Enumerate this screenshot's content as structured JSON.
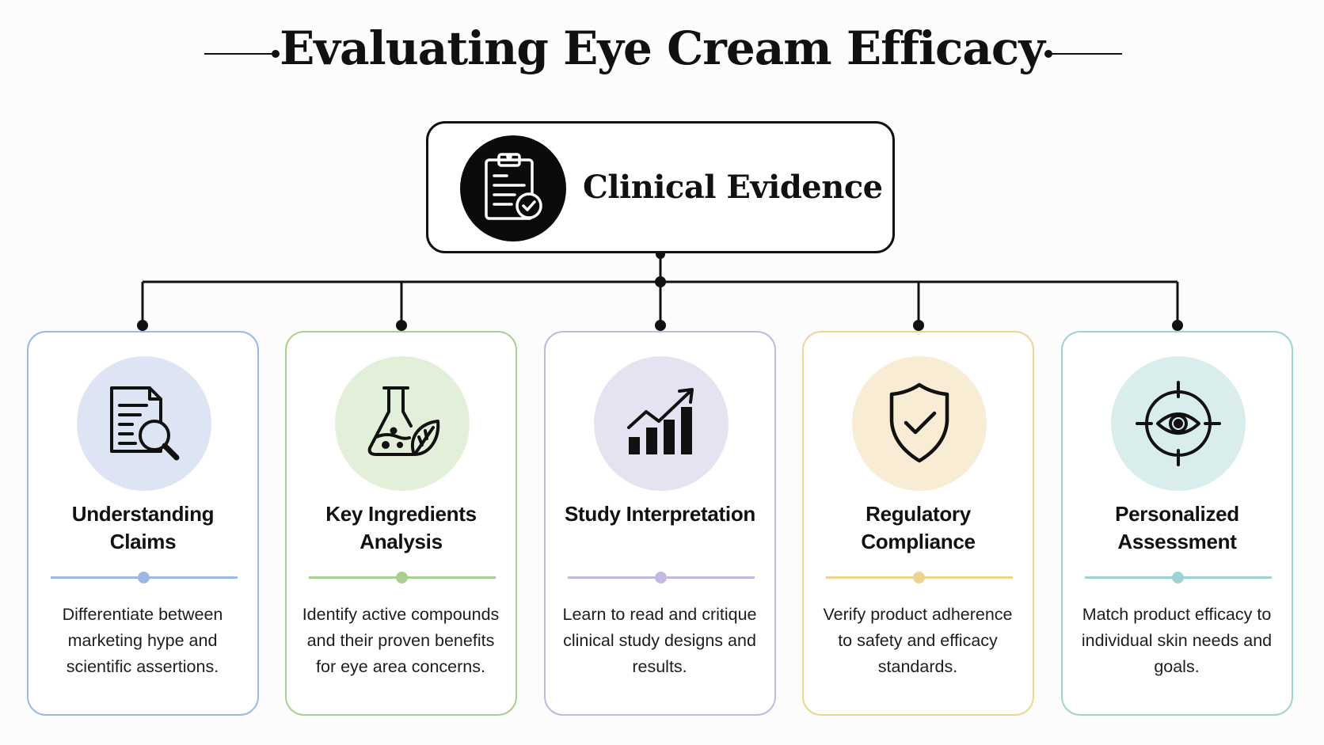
{
  "title": "Evaluating Eye Cream Efficacy",
  "root": {
    "label": "Clinical Evidence",
    "icon": "clipboard-check-icon"
  },
  "cards": [
    {
      "title": "Understanding Claims",
      "description": "Differentiate between marketing hype and scientific assertions.",
      "icon": "document-search-icon",
      "accent": "#9cb8e3",
      "tint": "#dde5f4"
    },
    {
      "title": "Key Ingredients Analysis",
      "description": "Identify active compounds and their proven benefits for eye area concerns.",
      "icon": "flask-leaf-icon",
      "accent": "#a9cf92",
      "tint": "#e2efd9"
    },
    {
      "title": "Study Interpretation",
      "description": "Learn to read and critique clinical study designs and results.",
      "icon": "bar-chart-trend-icon",
      "accent": "#c4b8e0",
      "tint": "#e6e2f1"
    },
    {
      "title": "Regulatory Compliance",
      "description": "Verify product adherence to safety and efficacy standards.",
      "icon": "shield-check-icon",
      "accent": "#efd48f",
      "tint": "#f8ecd4"
    },
    {
      "title": "Personalized Assessment",
      "description": "Match product efficacy to individual skin needs and goals.",
      "icon": "eye-target-icon",
      "accent": "#9fd3cf",
      "tint": "#d9eeec"
    }
  ]
}
